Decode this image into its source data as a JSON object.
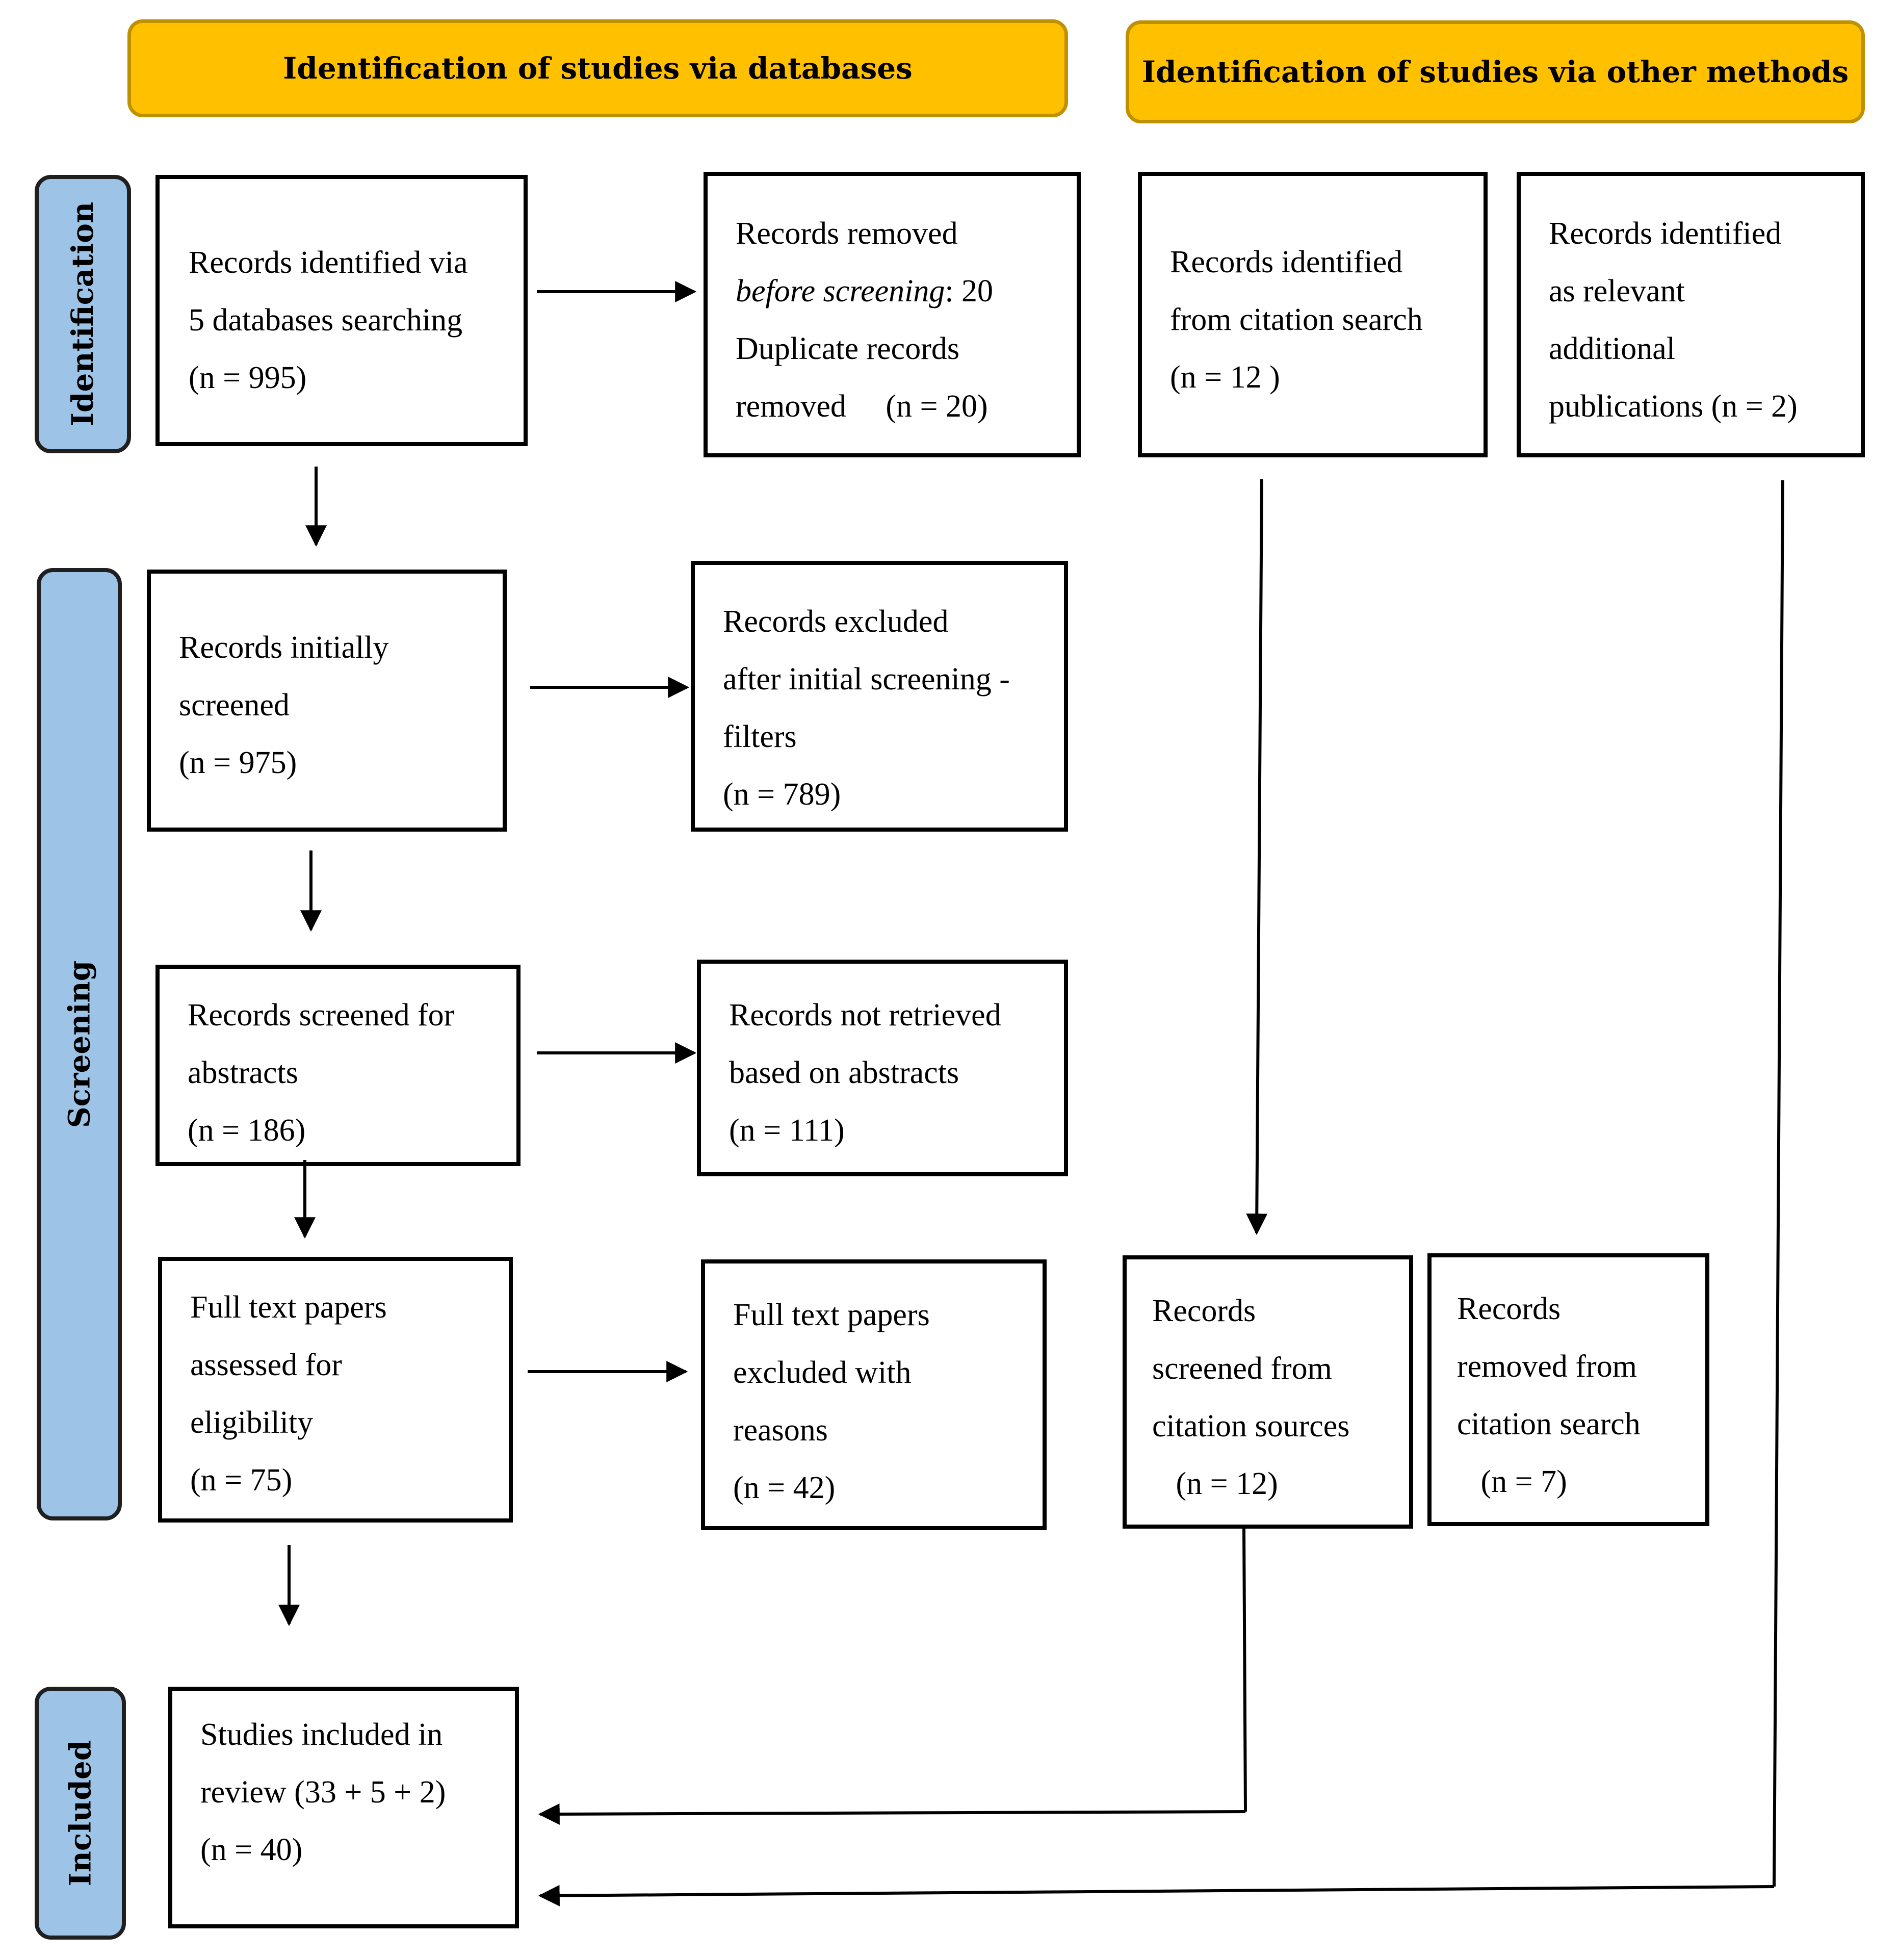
{
  "headers": {
    "databases": "Identification of studies via databases",
    "other_methods": "Identification of studies via other methods"
  },
  "stages": {
    "identification": "Identification",
    "screening": "Screening",
    "included": "Included"
  },
  "boxes": {
    "records_identified_db": {
      "line1": "Records identified via",
      "line2": "5 databases searching",
      "line3": "(n = 995)"
    },
    "records_removed_before_screening": {
      "line1": "Records removed",
      "line2_italic": "before screening",
      "line2_rest": ": 20",
      "line3": "Duplicate records",
      "line4": "removed     (n = 20)"
    },
    "records_citation_search": {
      "line1": "Records identified",
      "line2": "from citation search",
      "line3": "(n = 12 )"
    },
    "records_additional_publications": {
      "line1": "Records identified",
      "line2": "as relevant",
      "line3": "additional",
      "line4": "publications (n = 2)"
    },
    "records_initially_screened": {
      "line1": "Records initially",
      "line2": "screened",
      "line3": "(n = 975)"
    },
    "records_excluded_filters": {
      "line1": "Records excluded",
      "line2": "after initial screening -",
      "line3": "filters",
      "line4": "(n = 789)"
    },
    "records_screened_abstracts": {
      "line1": "Records screened for",
      "line2": "abstracts",
      "line3": "(n = 186)"
    },
    "records_not_retrieved": {
      "line1": "Records not retrieved",
      "line2": "based on abstracts",
      "line3": "(n = 111)"
    },
    "full_text_assessed": {
      "line1": "Full text papers",
      "line2": "assessed for",
      "line3": "eligibility",
      "line4": "(n = 75)"
    },
    "full_text_excluded": {
      "line1": "Full text papers",
      "line2": "excluded with",
      "line3": "reasons",
      "line4": "(n = 42)"
    },
    "records_screened_citation_sources": {
      "line1": "Records",
      "line2": "screened from",
      "line3": "citation sources",
      "line4": "   (n = 12)"
    },
    "records_removed_citation_search": {
      "line1": "Records",
      "line2": "removed from",
      "line3": "citation search",
      "line4": "   (n = 7)"
    },
    "studies_included": {
      "line1": "Studies included in",
      "line2": "review (33 + 5 + 2)",
      "line3": "(n = 40)"
    }
  }
}
